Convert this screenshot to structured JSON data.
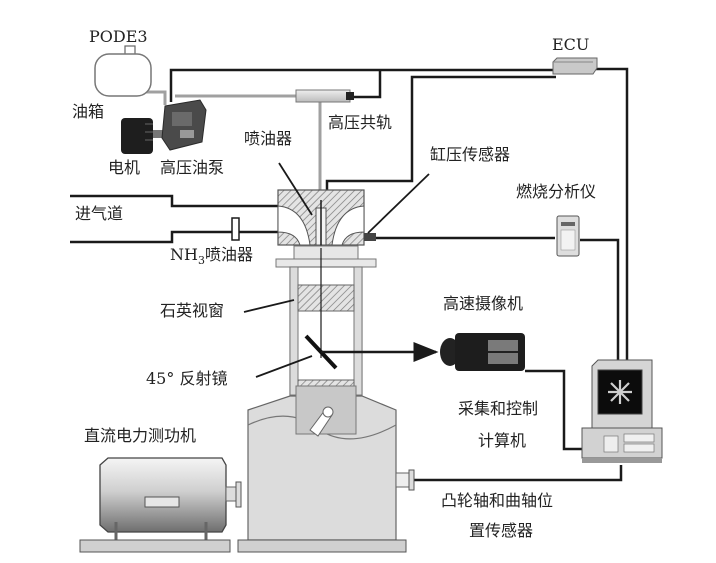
{
  "title": "NH3/PODE3 optical engine test bench schematic",
  "labels": {
    "fuel_name": "PODE3",
    "fuel_tank": "油箱",
    "motor": "电机",
    "hp_pump": "高压油泵",
    "injector": "喷油器",
    "common_rail": "高压共轨",
    "ecu": "ECU",
    "cyl_pressure_sensor": "缸压传感器",
    "combustion_analyzer": "燃烧分析仪",
    "intake": "进气道",
    "nh3_injector_prefix": "NH",
    "nh3_injector_sub": "3",
    "nh3_injector_suffix": "喷油器",
    "quartz_window": "石英视窗",
    "mirror": "45° 反射镜",
    "camera": "高速摄像机",
    "computer_line1": "采集和控制",
    "computer_line2": "计算机",
    "dynamometer": "直流电力测功机",
    "crank_sensor_line1": "凸轮轴和曲轴位",
    "crank_sensor_line2": "置传感器"
  },
  "colors": {
    "line": "#1a1a1a",
    "fuel_line": "#9a9a9a",
    "body_fill": "#d9d9d9",
    "hatch": "#888888",
    "screen": "#111111"
  }
}
